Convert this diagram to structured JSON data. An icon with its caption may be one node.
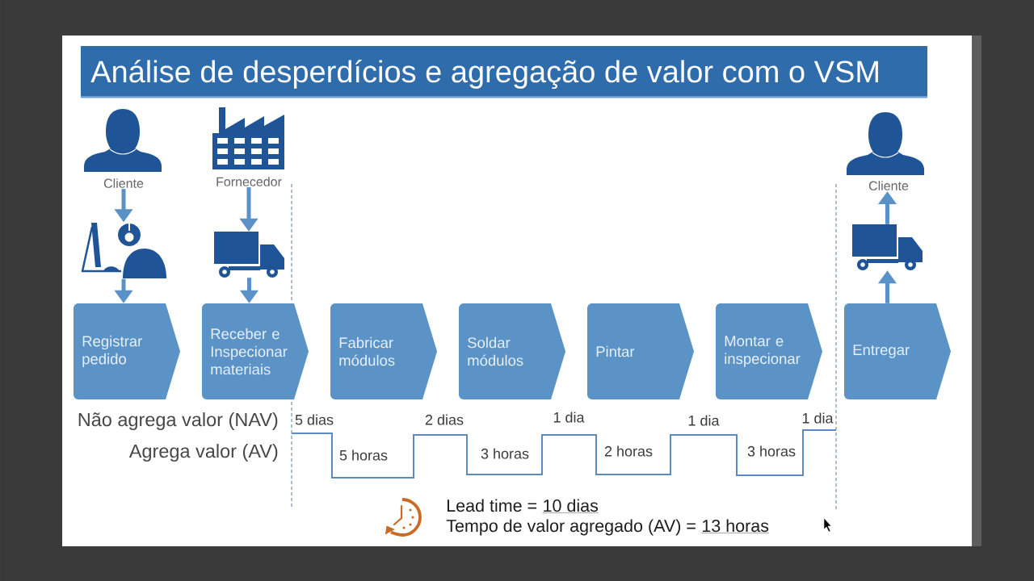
{
  "diagram": {
    "title": "Análise de desperdícios e agregação de valor com o VSM",
    "nodes": [
      {
        "text": [
          "Cliente"
        ]
      },
      {
        "text": [
          "Fornecedor"
        ]
      },
      {
        "text": [
          "Cliente"
        ]
      },
      {
        "text": [],
        "shape": "picture"
      },
      {
        "text": [],
        "shape": "truck"
      },
      {
        "text": [],
        "shape": "truck"
      },
      {
        "text": [
          "Registrar pedido"
        ]
      },
      {
        "text": [
          "Receber e Inspecionar materiais"
        ]
      },
      {
        "text": [
          "Fabricar módulos"
        ]
      },
      {
        "text": [
          "Soldar módulos"
        ]
      },
      {
        "text": [
          "Pintar"
        ]
      },
      {
        "text": [
          "Montar e inspecionar"
        ]
      },
      {
        "text": [
          "Entregar"
        ]
      }
    ],
    "edges": [
      {
        "from": 0,
        "to": 3,
        "arrow": "to"
      },
      {
        "from": 3,
        "to": 6,
        "arrow": "to"
      },
      {
        "from": 1,
        "to": 4,
        "arrow": "to"
      },
      {
        "from": 4,
        "to": 7,
        "arrow": "to"
      },
      {
        "from": 12,
        "to": 5,
        "arrow": "to"
      },
      {
        "from": 5,
        "to": 2,
        "arrow": "to"
      }
    ],
    "labels": [
      "Não agrega valor (NAV)",
      "5 dias",
      "2 dias",
      "1 dia",
      "1 dia",
      "1 dia",
      "Agrega valor (AV)",
      "5 horas",
      "3 horas",
      "2 horas",
      "3 horas",
      "Lead time =",
      "10 dias",
      "Tempo de valor agregado (AV) =",
      "13 horas"
    ]
  }
}
